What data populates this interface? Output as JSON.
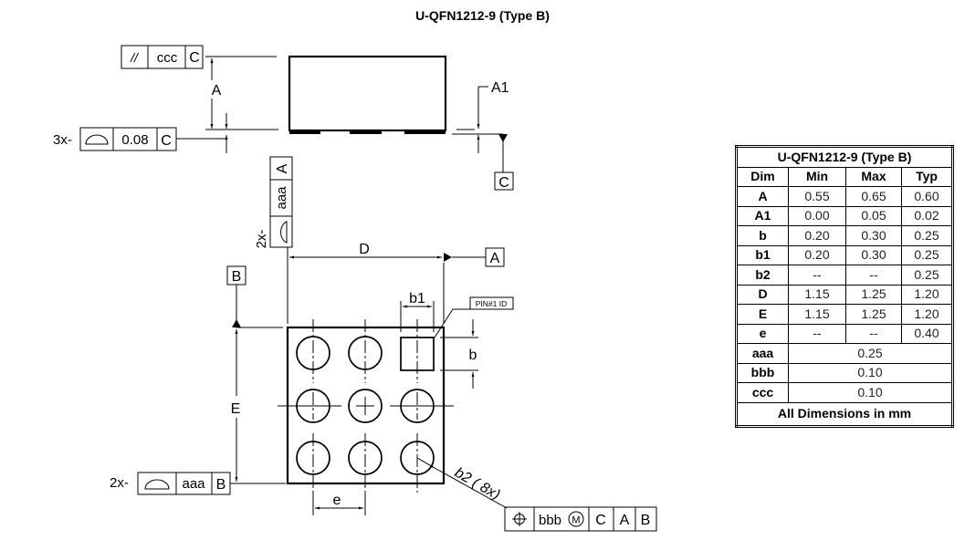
{
  "title": "U-QFN1212-9 (Type B)",
  "side_view": {
    "fcf_parallel": {
      "symbol": "//",
      "tolerance": "ccc",
      "datum": "C"
    },
    "fcf_profile": {
      "prefix": "3x-",
      "tolerance": "0.08",
      "datum": "C"
    },
    "dim_A": "A",
    "dim_A1": "A1",
    "datum_C": "C"
  },
  "top_view": {
    "fcf_vertical": {
      "prefix": "2x-",
      "tolerance": "aaa",
      "datum": "A"
    },
    "fcf_bottom": {
      "prefix": "2x-",
      "tolerance": "aaa",
      "datum": "B"
    },
    "fcf_position": {
      "tolerance": "bbb",
      "modifier": "M",
      "datums": [
        "C",
        "A",
        "B"
      ]
    },
    "dim_D": "D",
    "dim_E": "E",
    "dim_b": "b",
    "dim_b1": "b1",
    "dim_e": "e",
    "dim_b2": "b2 ( 8x)",
    "datum_A": "A",
    "datum_B": "B",
    "pin1_label": "PIN#1 ID"
  },
  "table": {
    "title": "U-QFN1212-9 (Type B)",
    "headers": [
      "Dim",
      "Min",
      "Max",
      "Typ"
    ],
    "rows": [
      [
        "A",
        "0.55",
        "0.65",
        "0.60"
      ],
      [
        "A1",
        "0.00",
        "0.05",
        "0.02"
      ],
      [
        "b",
        "0.20",
        "0.30",
        "0.25"
      ],
      [
        "b1",
        "0.20",
        "0.30",
        "0.25"
      ],
      [
        "b2",
        "--",
        "--",
        "0.25"
      ],
      [
        "D",
        "1.15",
        "1.25",
        "1.20"
      ],
      [
        "E",
        "1.15",
        "1.25",
        "1.20"
      ],
      [
        "e",
        "--",
        "--",
        "0.40"
      ]
    ],
    "merged_rows": [
      [
        "aaa",
        "0.25"
      ],
      [
        "bbb",
        "0.10"
      ],
      [
        "ccc",
        "0.10"
      ]
    ],
    "footer": "All Dimensions in mm"
  }
}
